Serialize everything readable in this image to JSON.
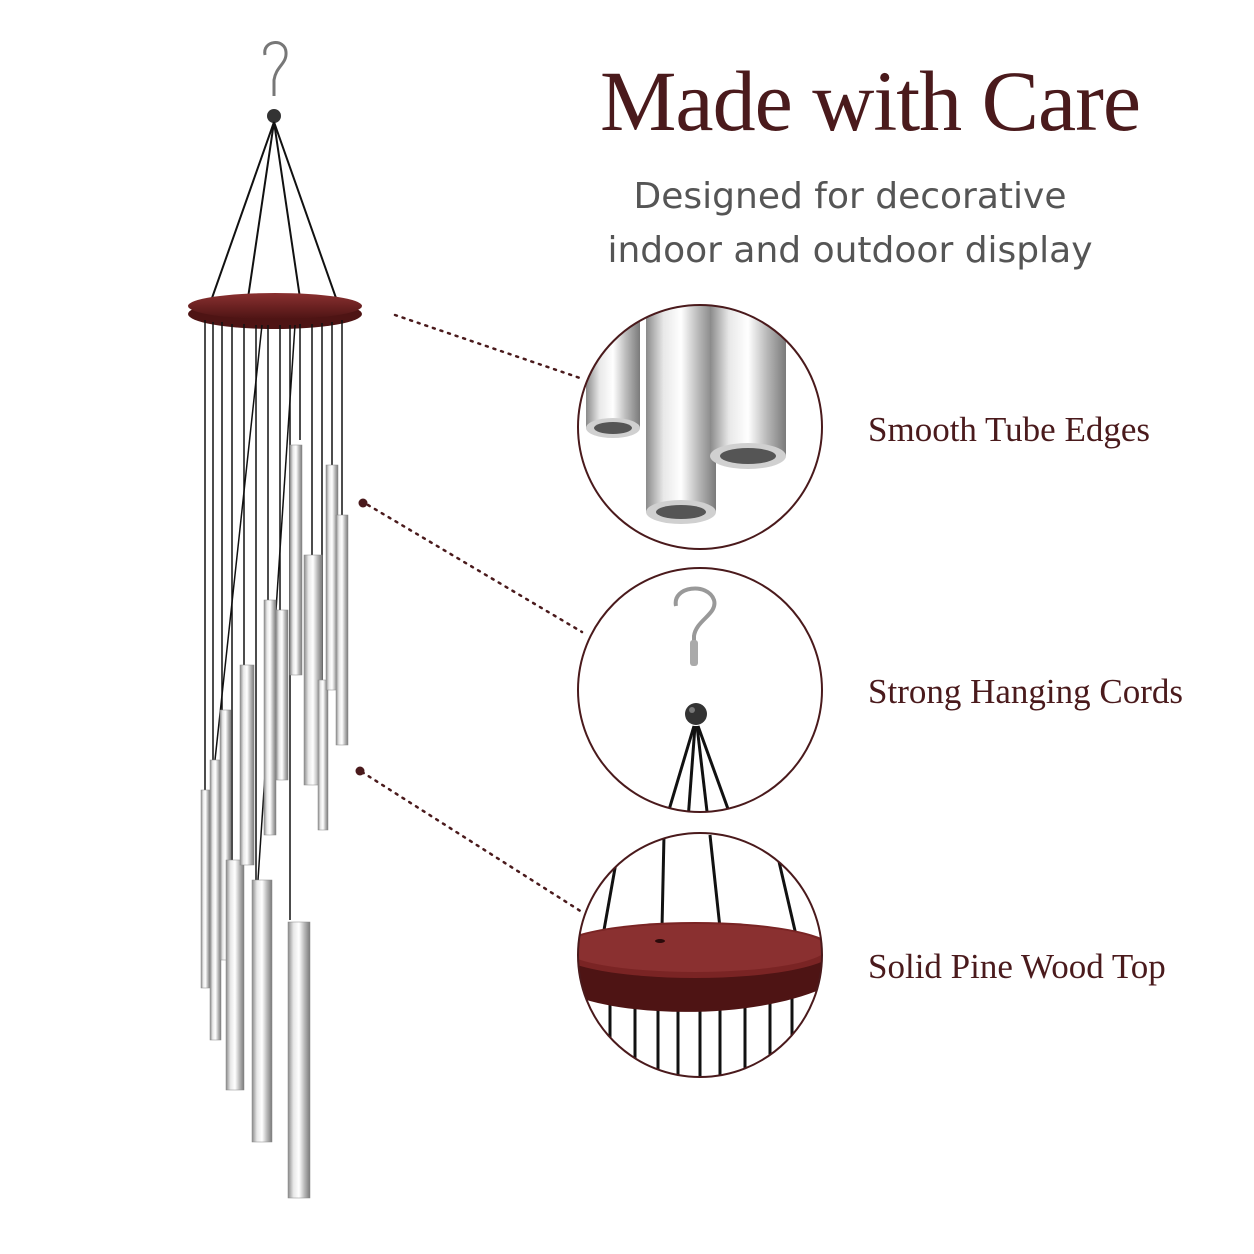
{
  "heading": {
    "title": "Made with Care",
    "subtitle_line1": "Designed for decorative",
    "subtitle_line2": "indoor and outdoor display"
  },
  "features": [
    {
      "label": "Smooth Tube Edges",
      "icon": "tube-closeup"
    },
    {
      "label": "Strong Hanging Cords",
      "icon": "hook-closeup"
    },
    {
      "label": "Solid Pine Wood Top",
      "icon": "wood-top-closeup"
    }
  ],
  "colors": {
    "title": "#4a1a1c",
    "subtitle": "#555555",
    "wood": "#6e1e1e",
    "metal": "#c8c8c8",
    "cord": "#1a1a1a"
  }
}
